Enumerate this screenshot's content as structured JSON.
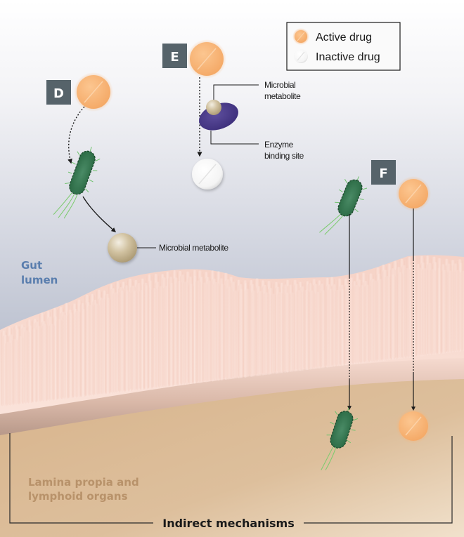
{
  "figure": {
    "title": "Indirect mechanisms",
    "colors": {
      "active_drug": "#f8b477",
      "inactive_drug": "#ffffff",
      "step_box": "#56636a",
      "bacterium": "#2f7a4c",
      "enzyme": "#4a3b8a",
      "metabolite": "#cbbb98",
      "gut_lumen_label": "#5a7eae",
      "lamina_label": "#b8926a"
    }
  },
  "legend": {
    "items": [
      {
        "icon": "active-drug-pill-icon",
        "label": "Active drug"
      },
      {
        "icon": "inactive-drug-pill-icon",
        "label": "Inactive drug"
      }
    ]
  },
  "regions": {
    "gut_lumen": [
      "Gut",
      "lumen"
    ],
    "lamina": [
      "Lamina propia and",
      "lymphoid organs"
    ]
  },
  "panels": {
    "D": {
      "label": "D",
      "metabolite_label": "Microbial metabolite"
    },
    "E": {
      "label": "E",
      "metabolite_label": [
        "Microbial",
        "metabolite"
      ],
      "enzyme_label": [
        "Enzyme",
        "binding site"
      ]
    },
    "F": {
      "label": "F"
    }
  },
  "footer": {
    "label": "Indirect mechanisms"
  }
}
